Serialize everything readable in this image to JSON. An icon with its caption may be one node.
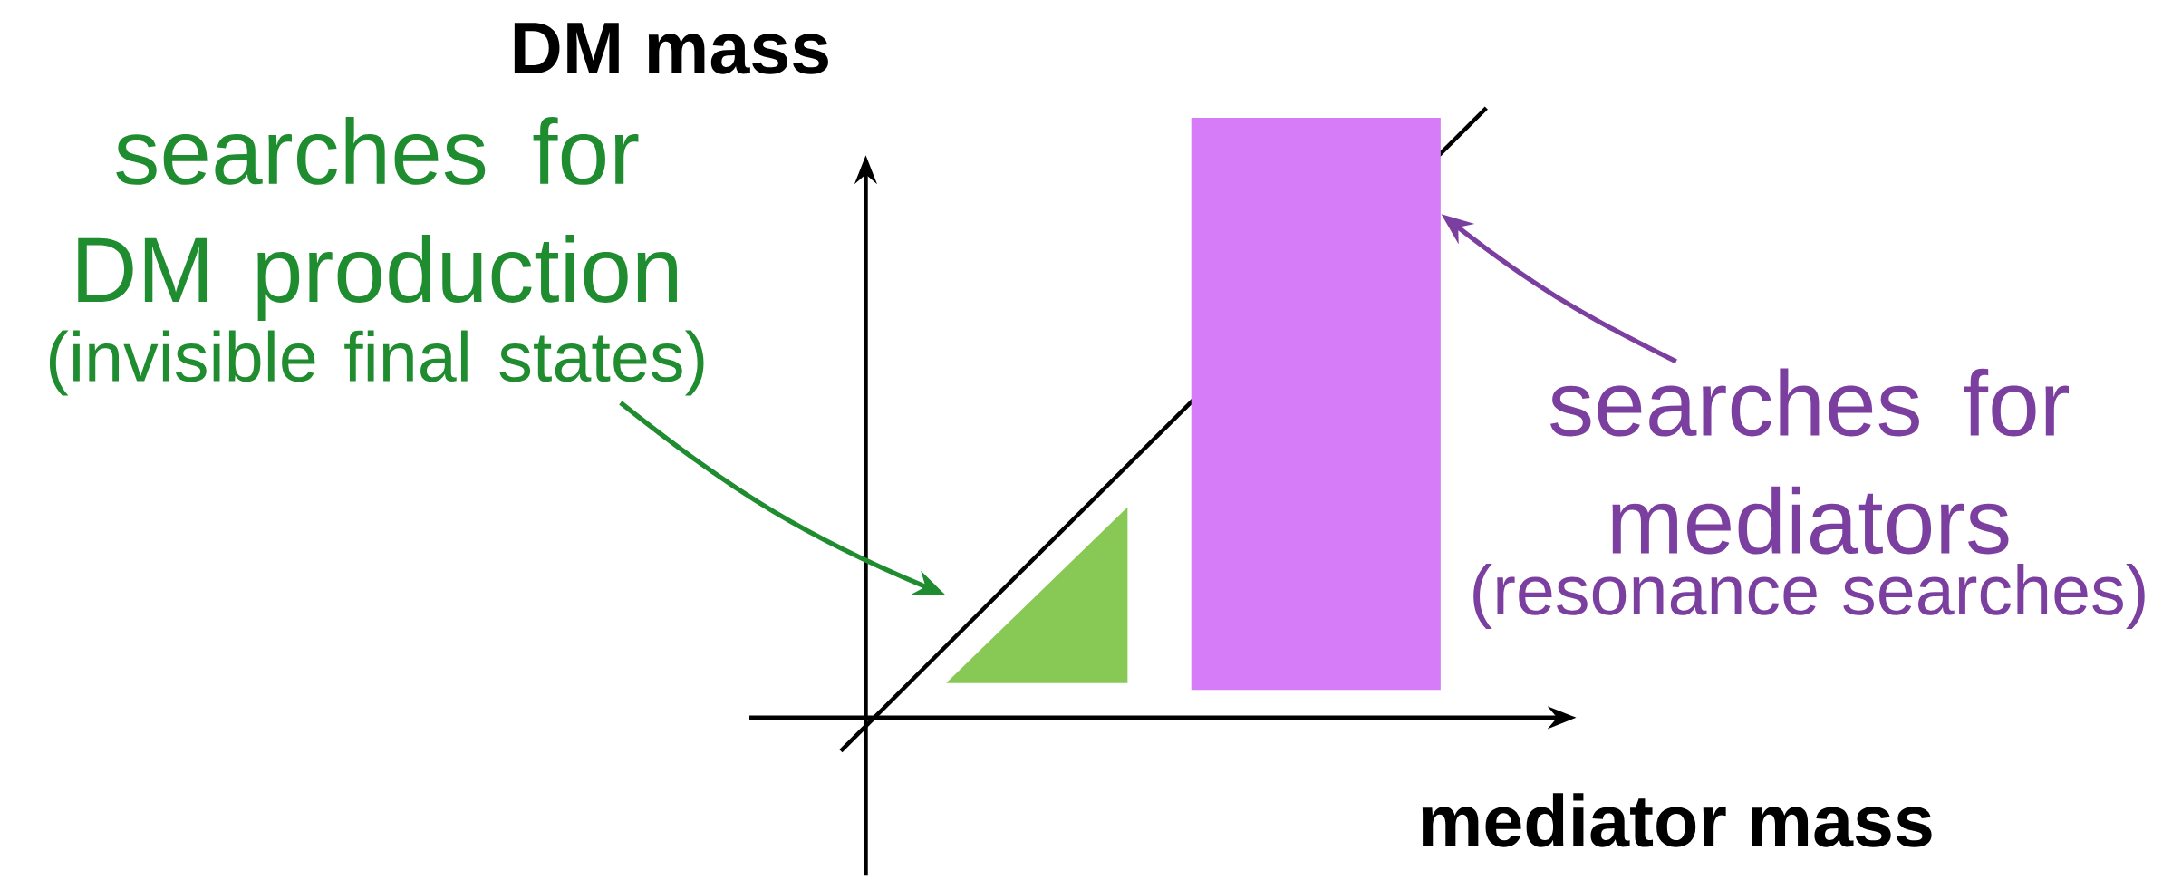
{
  "diagram": {
    "nodes": [
      {
        "text": [
          "searches for DM production",
          "(invisible final states)"
        ]
      },
      {
        "text": [],
        "shape": "triangle"
      },
      {
        "text": [],
        "shape": "box"
      },
      {
        "text": [
          "searches for mediators",
          "(resonance searches)"
        ]
      }
    ],
    "edges": [
      {
        "from": 0,
        "to": 1,
        "arrow": "to",
        "color": "#1e8c2f"
      },
      {
        "from": 3,
        "to": 2,
        "arrow": "to",
        "color": "#7b3fa0"
      }
    ],
    "labels": [
      "DM mass",
      "mediator mass"
    ]
  }
}
